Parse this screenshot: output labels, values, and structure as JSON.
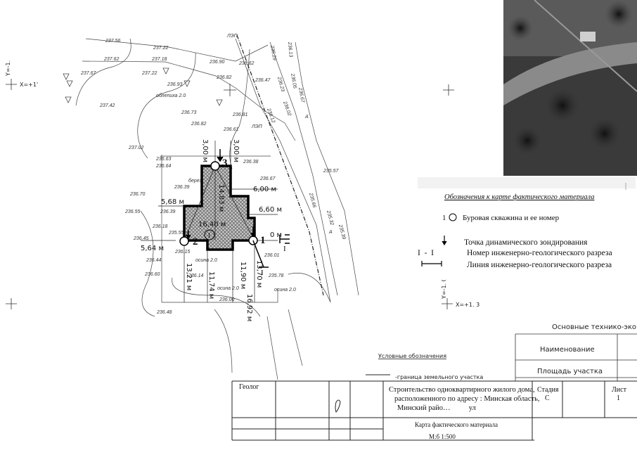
{
  "sheet": {
    "coord_marks": {
      "y_top_left": "Y=-1.",
      "x_top_left": "X=+1'",
      "y_right": "Y=-1. 0",
      "x_right": "X=+1. 3"
    },
    "elevations": [
      "237.56",
      "237.22",
      "237.62",
      "237.18",
      "236.90",
      "236.62",
      "236.29",
      "236.13",
      "237.67",
      "237.22",
      "236.93",
      "236.82",
      "236.47",
      "236.23",
      "236.05",
      "237.42",
      "236.73",
      "236.81",
      "236.12",
      "236.02",
      "236.67",
      "236.82",
      "236.61",
      "237.02",
      "236.63",
      "236.64",
      "236.38",
      "236.67",
      "236.39",
      "236.70",
      "236.55",
      "236.39",
      "236.18",
      "235.55",
      "236.45",
      "236.15",
      "236.44",
      "236.14",
      "236.01",
      "236.60",
      "235.78",
      "236.00",
      "236.48",
      "235.57",
      "235.66",
      "235.32",
      "235.39"
    ],
    "vegetation_labels": [
      "облепиха 2.0",
      "береза",
      "осина 2.0",
      "осина 2.0",
      "осина 2.0"
    ],
    "line_labels": [
      "ЛЭП",
      "ЛЭП",
      "А",
      "А"
    ],
    "dimensions": [
      "3,00 м",
      "3,00 м",
      "6,00 м",
      "5,68 м",
      "6,60 м",
      "16,40 м",
      "14,83 м",
      "5,64 м",
      "13,21 м",
      "11,74 м",
      "11,90 м",
      "13,70 м",
      "16,92 м",
      "0 м"
    ],
    "boreholes": [
      "1",
      "2",
      "3"
    ],
    "borehole_number_in_building": "1",
    "section_marks": [
      "I",
      "I"
    ]
  },
  "legend": {
    "title": "Обозначения к карте фактического материала",
    "items": [
      {
        "symbol": "1",
        "label": "Буровая скважина и ее номер"
      },
      {
        "label": "Точка динамического зондирования"
      },
      {
        "symbol": "I  -  I",
        "label": "Номер инженерно-геологического разреза"
      },
      {
        "label": "Линия инженерно-геологического разреза"
      }
    ]
  },
  "conventions": {
    "title": "Условные обозначения",
    "items": [
      {
        "label": "-граница земельного участка"
      }
    ]
  },
  "tech_table": {
    "title": "Основные технико-эко",
    "rows": [
      "Наименование",
      "Площадь участка"
    ]
  },
  "title_block": {
    "role": "Геолог",
    "project": [
      "Строительство одноквартирного жилого дома,",
      "расположенного по адресу : Минская область,",
      "Минский райо…          ул"
    ],
    "stage_label": "Стадия",
    "stage_value": "С",
    "sheet_label": "Лист",
    "sheet_value": "1",
    "drawing_title": "Карта фактического материала",
    "scale": "М:б 1:500"
  },
  "colors": {
    "ink": "#111111",
    "hatch": "#8a8a8a",
    "photo_dark": "#2a2a2a"
  }
}
